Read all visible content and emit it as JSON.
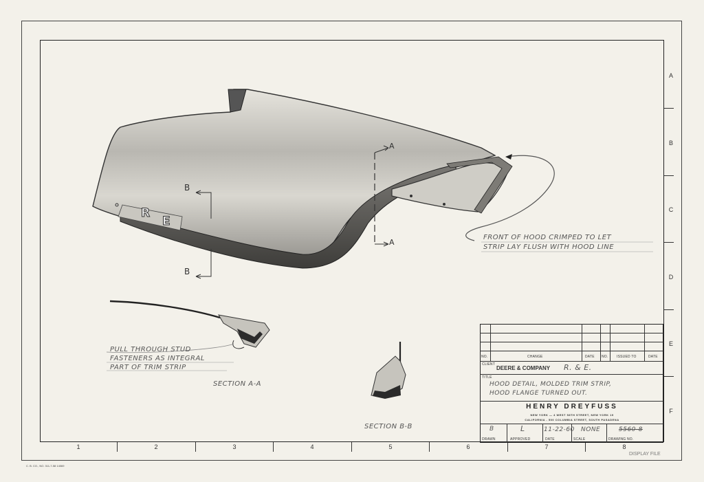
{
  "border": {
    "row_labels": [
      "A",
      "B",
      "C",
      "D",
      "E",
      "F"
    ],
    "col_labels": [
      "1",
      "2",
      "3",
      "4",
      "5",
      "6",
      "7",
      "8"
    ]
  },
  "drawing": {
    "section_marks": {
      "a_top": "A",
      "a_bottom": "A",
      "b_top": "B",
      "b_bottom": "B"
    },
    "emblem_letters": [
      "R",
      "E"
    ],
    "note_front": [
      "FRONT OF HOOD CRIMPED TO LET",
      "STRIP LAY FLUSH WITH HOOD LINE"
    ],
    "note_pull": [
      "PULL THROUGH STUD",
      "FASTENERS AS INTEGRAL",
      "PART OF TRIM STRIP"
    ],
    "section_aa": "SECTION A-A",
    "section_bb": "SECTION B-B"
  },
  "title_block": {
    "headers": {
      "no": "NO.",
      "change": "CHANGE",
      "date": "DATE",
      "no2": "NO.",
      "issued_to": "ISSUED TO",
      "date2": "DATE"
    },
    "client_label": "CLIENT",
    "client_value": "DEERE & COMPANY",
    "client_hand": "R. & E.",
    "title_label": "TITLE",
    "title_hand": [
      "HOOD DETAIL, MOLDED TRIM STRIP,",
      "HOOD FLANGE TURNED OUT."
    ],
    "firm": "HENRY DREYFUSS",
    "address_1": "NEW YORK — 4 WEST 58TH STREET, NEW YORK 19",
    "address_2": "CALIFORNIA - 500 COLUMBIA STREET, SOUTH PASADENA",
    "drawn_label": "DRAWN",
    "approved_label": "APPROVED",
    "date_label": "DATE",
    "scale_label": "SCALE",
    "drawing_no_label": "DRAWING NO.",
    "drawn_value": "B",
    "approved_value": "L",
    "date_value": "11-22-60",
    "scale_value": "NONE",
    "drawing_no_value": "5560-8"
  },
  "footer": {
    "print_code": "C. B. CO., NO. 311-7-58     14069",
    "display_file": "DISPLAY FILE"
  }
}
